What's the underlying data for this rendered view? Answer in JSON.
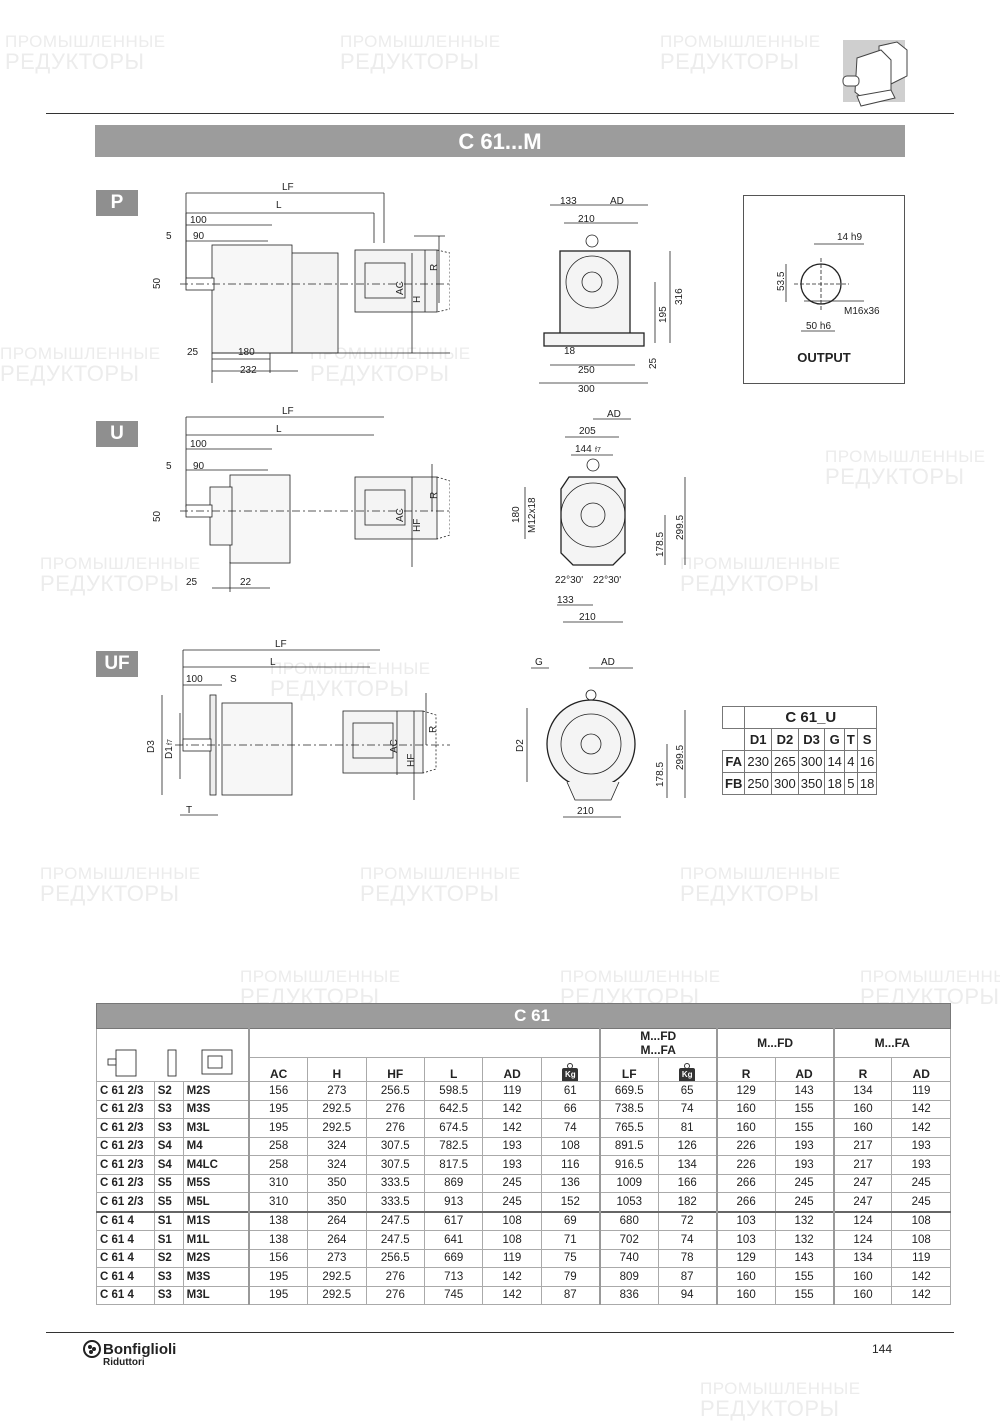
{
  "watermark": {
    "line1": "ПРОМЫШЛЕННЫЕ",
    "line2": "РЕДУКТОРЫ"
  },
  "header": {
    "title": "C 61...M"
  },
  "views": {
    "P": {
      "badge": "P",
      "side": {
        "LF": "LF",
        "L": "L",
        "d100": "100",
        "d5": "5",
        "d90": "90",
        "d50": "50",
        "d25": "25",
        "d180": "180",
        "d232": "232",
        "AC": "AC",
        "H": "H",
        "R": "R"
      },
      "front": {
        "d133": "133",
        "AD": "AD",
        "d210": "210",
        "d316": "316",
        "d195": "195",
        "d18": "18",
        "d25": "25",
        "d250": "250",
        "d300": "300"
      }
    },
    "U": {
      "badge": "U",
      "side": {
        "LF": "LF",
        "L": "L",
        "d100": "100",
        "d5": "5",
        "d90": "90",
        "d50": "50",
        "d25": "25",
        "d22": "22",
        "AC": "AC",
        "HF": "HF",
        "R": "R"
      },
      "front": {
        "AD": "AD",
        "d205": "205",
        "d144": "144",
        "f7": "f7",
        "d180": "180",
        "M12": "M12x18",
        "d299": "299.5",
        "d178": "178.5",
        "angle": "22°30'",
        "d133": "133",
        "d210": "210"
      }
    },
    "UF": {
      "badge": "UF",
      "side": {
        "LF": "LF",
        "L": "L",
        "d100": "100",
        "S": "S",
        "D3": "D3",
        "D1": "D1",
        "f7": "f7",
        "T": "T",
        "AC": "AC",
        "HF": "HF",
        "R": "R"
      },
      "front": {
        "G": "G",
        "AD": "AD",
        "D2": "D2",
        "d299": "299.5",
        "d178": "178.5",
        "d210": "210"
      }
    }
  },
  "output": {
    "label": "OUTPUT",
    "key": "14 h9",
    "height": "53.5",
    "thread": "M16x36",
    "shaft": "50 h6"
  },
  "c61u_table": {
    "title": "C 61_U",
    "columns": [
      "D1",
      "D2",
      "D3",
      "G",
      "T",
      "S"
    ],
    "rows": [
      {
        "label": "FA",
        "values": [
          "230",
          "265",
          "300",
          "14",
          "4",
          "16"
        ]
      },
      {
        "label": "FB",
        "values": [
          "250",
          "300",
          "350",
          "18",
          "5",
          "18"
        ]
      }
    ]
  },
  "main_table": {
    "title": "C 61",
    "group_mfd_mfa": "M...FD\nM...FA",
    "group_mfd_line1": "M...FD",
    "group_mfd_line2": "M...FA",
    "group_mfd": "M...FD",
    "group_mfa": "M...FA",
    "kg_label": "Kg",
    "columns": [
      "AC",
      "H",
      "HF",
      "L",
      "AD",
      "Kg",
      "LF",
      "Kg",
      "R",
      "AD",
      "R",
      "AD"
    ],
    "rows": [
      [
        "C 61 2/3",
        "S2",
        "M2S",
        "156",
        "273",
        "256.5",
        "598.5",
        "119",
        "61",
        "669.5",
        "65",
        "129",
        "143",
        "134",
        "119"
      ],
      [
        "C 61 2/3",
        "S3",
        "M3S",
        "195",
        "292.5",
        "276",
        "642.5",
        "142",
        "66",
        "738.5",
        "74",
        "160",
        "155",
        "160",
        "142"
      ],
      [
        "C 61 2/3",
        "S3",
        "M3L",
        "195",
        "292.5",
        "276",
        "674.5",
        "142",
        "74",
        "765.5",
        "81",
        "160",
        "155",
        "160",
        "142"
      ],
      [
        "C 61 2/3",
        "S4",
        "M4",
        "258",
        "324",
        "307.5",
        "782.5",
        "193",
        "108",
        "891.5",
        "126",
        "226",
        "193",
        "217",
        "193"
      ],
      [
        "C 61 2/3",
        "S4",
        "M4LC",
        "258",
        "324",
        "307.5",
        "817.5",
        "193",
        "116",
        "916.5",
        "134",
        "226",
        "193",
        "217",
        "193"
      ],
      [
        "C 61 2/3",
        "S5",
        "M5S",
        "310",
        "350",
        "333.5",
        "869",
        "245",
        "136",
        "1009",
        "166",
        "266",
        "245",
        "247",
        "245"
      ],
      [
        "C 61 2/3",
        "S5",
        "M5L",
        "310",
        "350",
        "333.5",
        "913",
        "245",
        "152",
        "1053",
        "182",
        "266",
        "245",
        "247",
        "245"
      ],
      [
        "C 61 4",
        "S1",
        "M1S",
        "138",
        "264",
        "247.5",
        "617",
        "108",
        "69",
        "680",
        "72",
        "103",
        "132",
        "124",
        "108"
      ],
      [
        "C 61 4",
        "S1",
        "M1L",
        "138",
        "264",
        "247.5",
        "641",
        "108",
        "71",
        "702",
        "74",
        "103",
        "132",
        "124",
        "108"
      ],
      [
        "C 61 4",
        "S2",
        "M2S",
        "156",
        "273",
        "256.5",
        "669",
        "119",
        "75",
        "740",
        "78",
        "129",
        "143",
        "134",
        "119"
      ],
      [
        "C 61 4",
        "S3",
        "M3S",
        "195",
        "292.5",
        "276",
        "713",
        "142",
        "79",
        "809",
        "87",
        "160",
        "155",
        "160",
        "142"
      ],
      [
        "C 61 4",
        "S3",
        "M3L",
        "195",
        "292.5",
        "276",
        "745",
        "142",
        "87",
        "836",
        "94",
        "160",
        "155",
        "160",
        "142"
      ]
    ]
  },
  "footer": {
    "brand": "Bonfiglioli",
    "brand_sub": "Riduttori",
    "page": "144"
  },
  "colors": {
    "bar_gray": "#9c9c9c",
    "badge_gray": "#8f8f8f",
    "rule": "#333333"
  }
}
